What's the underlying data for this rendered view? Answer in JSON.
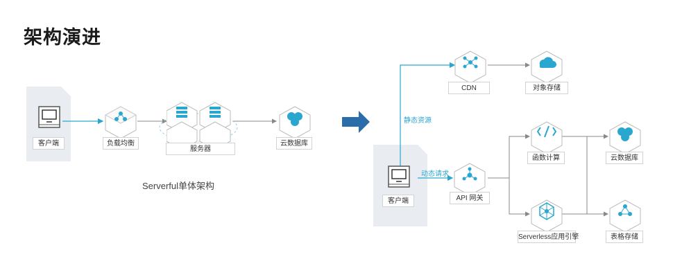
{
  "title": "架构演进",
  "left": {
    "caption": "Serverful单体架构",
    "client_label": "客户端",
    "lb_label": "负载均衡",
    "servers_label": "服务器",
    "db_label": "云数据库"
  },
  "right": {
    "client_label": "客户端",
    "static_label": "静态资源",
    "dynamic_label": "动态请求",
    "cdn_label": "CDN",
    "oss_label": "对象存储",
    "api_label": "API 网关",
    "fc_label": "函数计算",
    "sae_label": "Serverless应用引擎",
    "db_label": "云数据库",
    "table_label": "表格存储"
  },
  "colors": {
    "accent": "#2aa7cf",
    "arrow": "#2b6da8",
    "node_top": "#ffffff",
    "icon": "#2aa7cf"
  }
}
